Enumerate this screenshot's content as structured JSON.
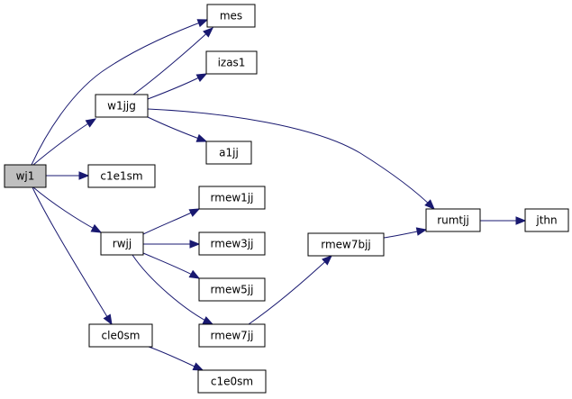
{
  "graph": {
    "nodes": [
      {
        "id": "wj1",
        "label": "wj1",
        "root": true
      },
      {
        "id": "mes",
        "label": "mes"
      },
      {
        "id": "w1jjg",
        "label": "w1jjg"
      },
      {
        "id": "izas1",
        "label": "izas1"
      },
      {
        "id": "a1jj",
        "label": "a1jj"
      },
      {
        "id": "c1e1sm",
        "label": "c1e1sm"
      },
      {
        "id": "rmew1jj",
        "label": "rmew1jj"
      },
      {
        "id": "rwjj",
        "label": "rwjj"
      },
      {
        "id": "rmew3jj",
        "label": "rmew3jj"
      },
      {
        "id": "rmew7bjj",
        "label": "rmew7bjj"
      },
      {
        "id": "rumtjj",
        "label": "rumtjj"
      },
      {
        "id": "jthn",
        "label": "jthn"
      },
      {
        "id": "rmew5jj",
        "label": "rmew5jj"
      },
      {
        "id": "cle0sm",
        "label": "cle0sm"
      },
      {
        "id": "rmew7jj",
        "label": "rmew7jj"
      },
      {
        "id": "c1e0sm",
        "label": "c1e0sm"
      }
    ],
    "edges": [
      {
        "from": "wj1",
        "to": "mes"
      },
      {
        "from": "wj1",
        "to": "w1jjg"
      },
      {
        "from": "wj1",
        "to": "c1e1sm"
      },
      {
        "from": "wj1",
        "to": "rwjj"
      },
      {
        "from": "wj1",
        "to": "cle0sm"
      },
      {
        "from": "w1jjg",
        "to": "mes"
      },
      {
        "from": "w1jjg",
        "to": "izas1"
      },
      {
        "from": "w1jjg",
        "to": "a1jj"
      },
      {
        "from": "w1jjg",
        "to": "rumtjj"
      },
      {
        "from": "rwjj",
        "to": "rmew1jj"
      },
      {
        "from": "rwjj",
        "to": "rmew3jj"
      },
      {
        "from": "rwjj",
        "to": "rmew5jj"
      },
      {
        "from": "rwjj",
        "to": "rmew7jj"
      },
      {
        "from": "rmew7jj",
        "to": "rmew7bjj"
      },
      {
        "from": "rmew7bjj",
        "to": "rumtjj"
      },
      {
        "from": "rumtjj",
        "to": "jthn"
      },
      {
        "from": "cle0sm",
        "to": "c1e0sm"
      }
    ]
  }
}
